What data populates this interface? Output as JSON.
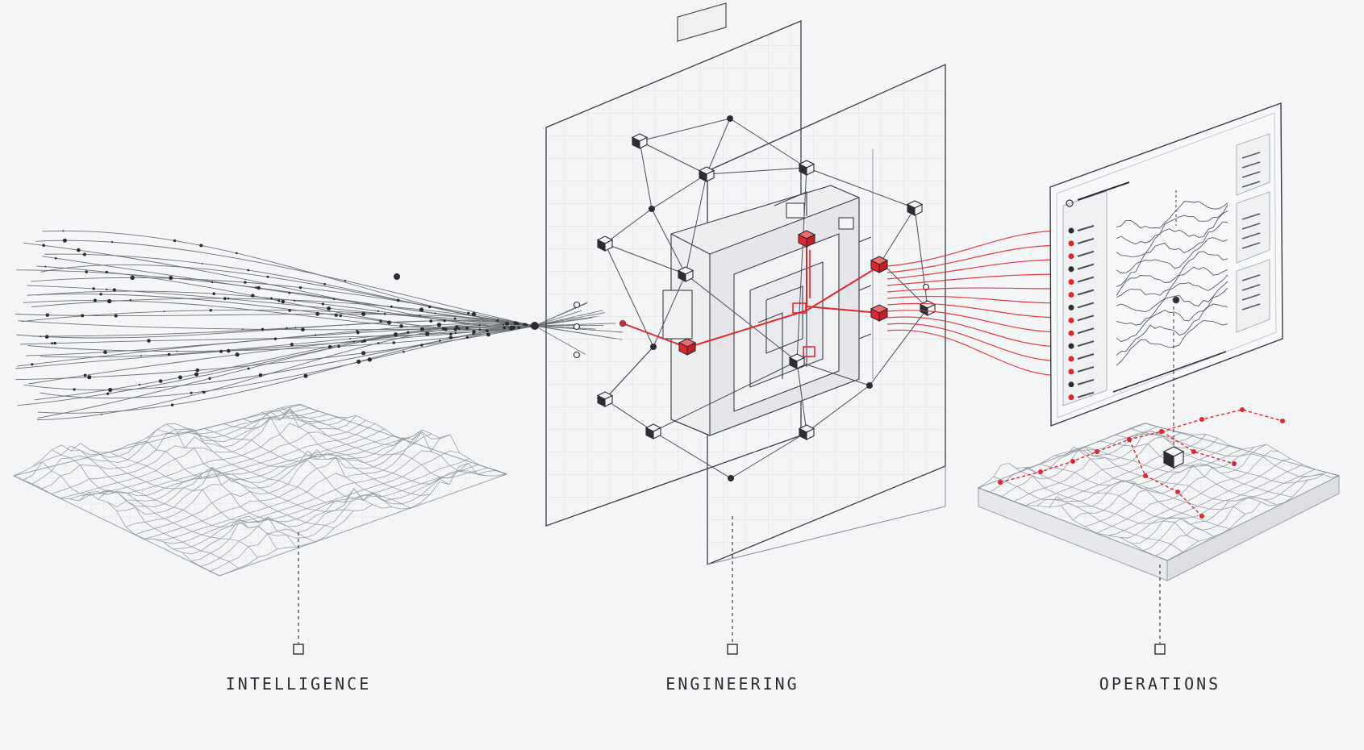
{
  "sections": {
    "intelligence": {
      "label": "INTELLIGENCE"
    },
    "engineering": {
      "label": "ENGINEERING"
    },
    "operations": {
      "label": "OPERATIONS"
    }
  },
  "colors": {
    "background": "#f4f5f6",
    "ink": "#2b2d31",
    "line": "#5b5f66",
    "faint": "#c9ccd1",
    "accent": "#e3262b"
  }
}
